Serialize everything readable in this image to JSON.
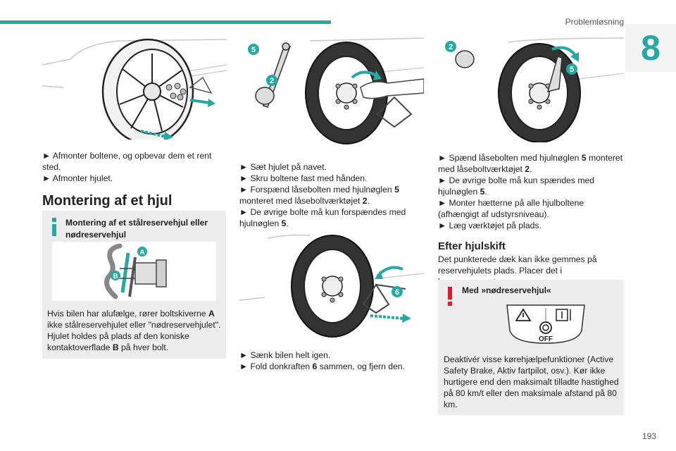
{
  "header": {
    "section_title": "Problemløsning",
    "chapter_number": "8",
    "accent_color": "#27a8a2"
  },
  "page_number": "193",
  "col1": {
    "steps": [
      "► Afmonter boltene, og opbevar dem et rent sted.",
      "► Afmonter hjulet."
    ],
    "heading": "Montering af et hjul",
    "info_box": {
      "icon": "info-icon",
      "title": "Montering af et stålreservehjul eller nødreservehjul",
      "label_a": "A",
      "label_b": "B",
      "text_1": "Hvis bilen har alufælge, rører boltskiverne ",
      "bold_a": "A",
      "text_2": " ikke stålreservehjulet eller \"nødreservehjulet\". Hjulet holdes på plads af den koniske kontaktoverflade ",
      "bold_b": "B",
      "text_3": " på hver bolt."
    }
  },
  "col2": {
    "fig1_labels": {
      "wrench": "5",
      "tool": "2"
    },
    "steps_1": {
      "l1": "► Sæt hjulet på navet.",
      "l2": "► Skru boltene fast med hånden.",
      "l3a": "► Forspænd låsebolten med hjulnøglen ",
      "l3b": "5",
      "l3c": " monteret med låseboltværktøjet ",
      "l3d": "2",
      "l3e": ".",
      "l4a": "► De øvrige bolte må kun forspændes med hjulnøglen ",
      "l4b": "5",
      "l4c": "."
    },
    "fig2_label": "6",
    "steps_2": {
      "l1": "► Sænk bilen helt igen.",
      "l2a": "► Fold donkraften ",
      "l2b": "6",
      "l2c": " sammen, og fjern den."
    }
  },
  "col3": {
    "fig_labels": {
      "tool": "2",
      "wrench": "5"
    },
    "steps": {
      "l1a": "► Spænd låsebolten med hjulnøglen ",
      "l1b": "5",
      "l1c": " monteret med låseboltværktøjet ",
      "l1d": "2",
      "l1e": ".",
      "l2a": "► De øvrige bolte må kun spændes med hjulnøglen ",
      "l2b": "5",
      "l2c": ".",
      "l3": "► Monter hætterne på alle hjulboltene (afhængigt af udstyrsniveau).",
      "l4": "► Læg værktøjet på plads."
    },
    "heading": "Efter hjulskift",
    "after_text": "Det punkterede dæk kan ikke gemmes på reservehjulets plads. Placer det i bagagerummet.",
    "warning_box": {
      "icon": "warning-icon",
      "title": "Med »nødreservehjul«",
      "panel_off": "OFF",
      "text": "Deaktivér visse kørehjælpefunktioner (Active Safety Brake, Aktiv fartpilot, osv.). Kør ikke hurtigere end den maksimalt tilladte hastighed på 80 km/t eller den maksimale afstand på 80 km."
    }
  }
}
